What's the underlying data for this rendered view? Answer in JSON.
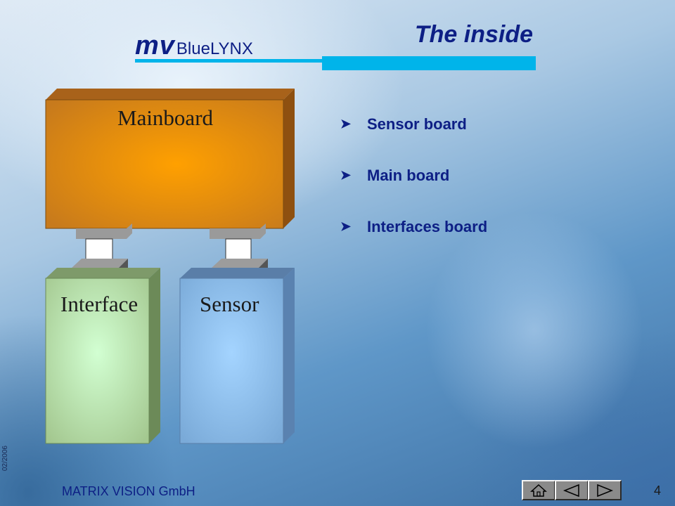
{
  "header": {
    "logo_prefix": "mv",
    "logo_name": "BlueLYNX",
    "title": "The inside"
  },
  "bullets": [
    {
      "text": "Sensor board"
    },
    {
      "text": "Main board"
    },
    {
      "text": "Interfaces board"
    }
  ],
  "diagram": {
    "mainboard_label": "Mainboard",
    "interface_label": "Interface",
    "sensor_label": "Sensor",
    "colors": {
      "mainboard": "#e09010",
      "interface": "#c8f0c0",
      "sensor": "#8ec4f0"
    }
  },
  "footer": {
    "date": "02/2006",
    "company": "MATRIX VISION GmbH",
    "page_number": "4",
    "nav_icons": [
      "home-icon",
      "triangle-left-icon",
      "triangle-right-icon"
    ]
  }
}
